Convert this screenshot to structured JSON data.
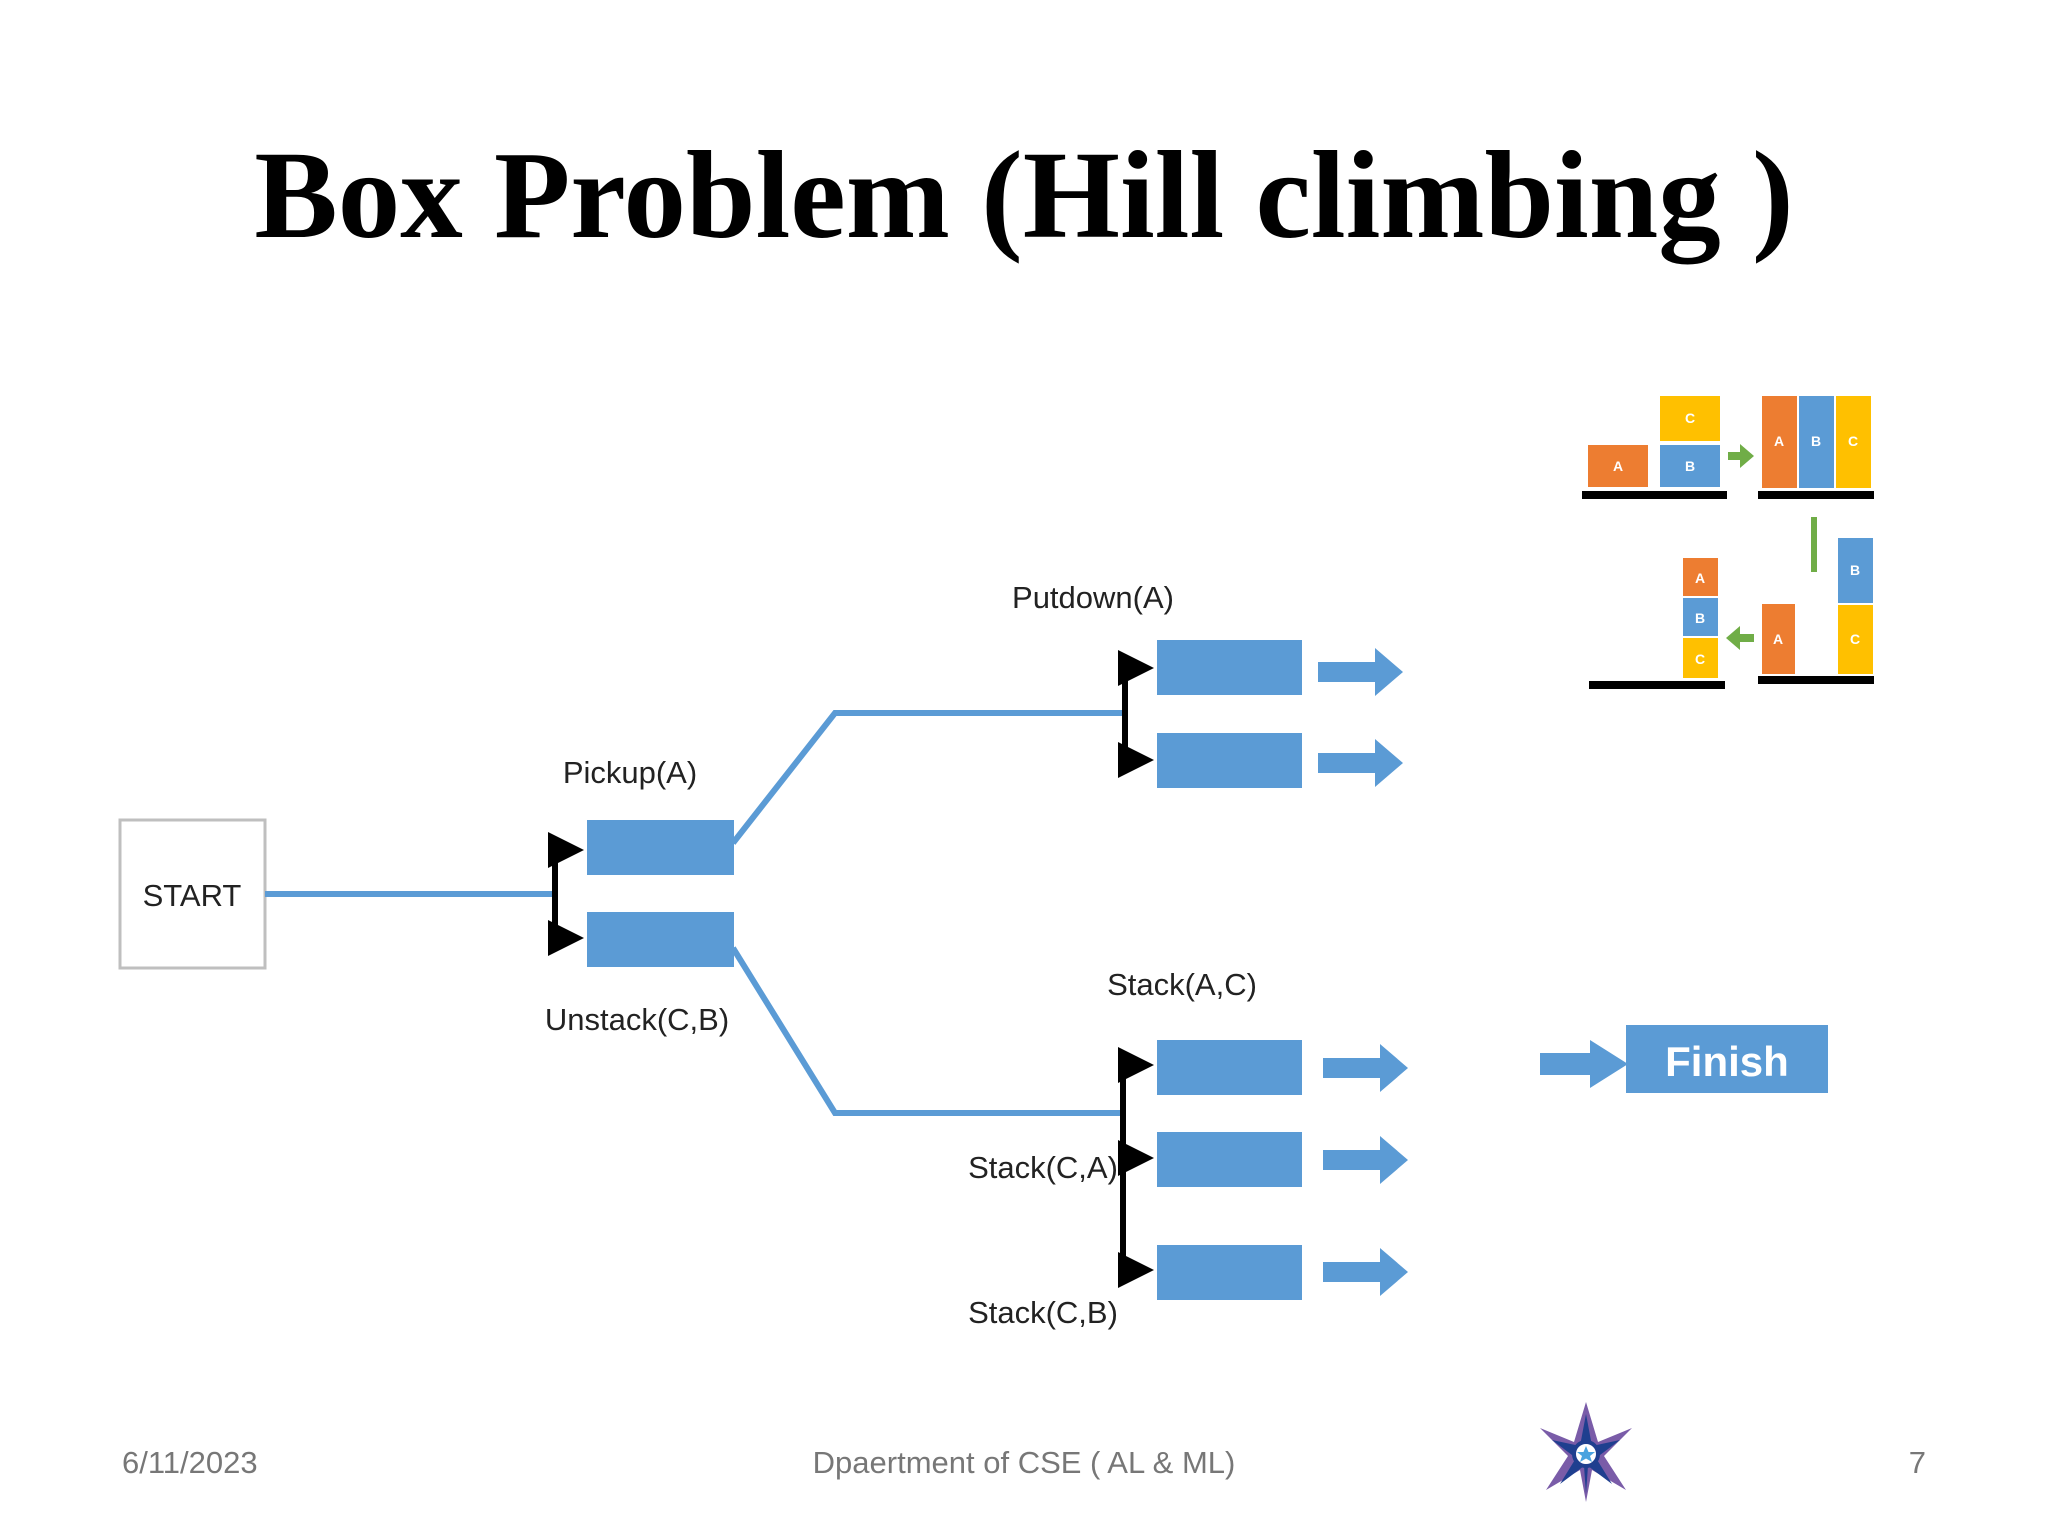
{
  "slide": {
    "title": "Box Problem (Hill climbing )"
  },
  "diagram": {
    "start_label": "START",
    "pickup_label": "Pickup(A)",
    "unstack_label": "Unstack(C,B)",
    "putdown_label": "Putdown(A)",
    "stack_ac_label": "Stack(A,C)",
    "stack_ca_label": "Stack(C,A)",
    "stack_cb_label": "Stack(C,B)",
    "finish_label": "Finish",
    "blocks": {
      "a": "A",
      "b": "B",
      "c": "C"
    },
    "colors": {
      "box": "#5b9bd5",
      "orange": "#ed7d31",
      "yellow": "#ffc000",
      "green": "#70ad47"
    }
  },
  "footer": {
    "date": "6/11/2023",
    "department": "Dpaertment of CSE ( AL & ML)",
    "page_number": "7"
  }
}
